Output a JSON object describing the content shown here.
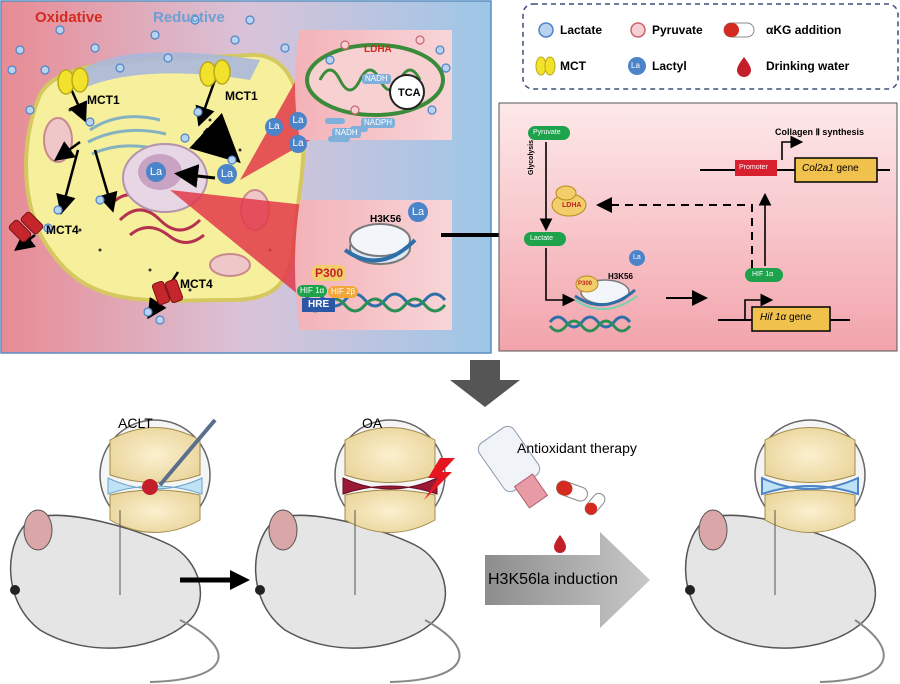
{
  "cell_panel": {
    "oxidative_label": "Oxidative",
    "reductive_label": "Reductive",
    "mct1_left": "MCT1",
    "mct1_right": "MCT1",
    "mct4_left": "MCT4",
    "mct4_bottom": "MCT4",
    "nucleus_la": "La",
    "membrane_la": "La",
    "ldha": "LDHA",
    "nadh_mito": "NADH",
    "tca": "TCA",
    "nadph": "NADPH",
    "nadh_lower": "NADH",
    "h3k56": "H3K56",
    "p300": "P300",
    "hif1a": "HIF 1α",
    "hif2b": "HIF 2β",
    "hre": "HRE",
    "la_chips": [
      "La",
      "La",
      "La",
      "La"
    ]
  },
  "legend": {
    "lactate": "Lactate",
    "pyruvate": "Pyruvate",
    "akg": "αKG addition",
    "mct": "MCT",
    "lactyl": "Lactyl",
    "lactyl_icon": "La",
    "water": "Drinking water"
  },
  "pathway": {
    "pyruvate": "Pyruvate",
    "glycolysis": "Glycolysis",
    "ldha": "LDHA",
    "lactate": "Lactate",
    "la": "La",
    "h3k56": "H3K56",
    "p300": "P300",
    "hif_tf": "HIF 1α",
    "hif_gene_italic": "Hif 1α",
    "gene_suffix": " gene",
    "promoter": "Promoter",
    "col2a1_italic": "Col2a1",
    "collagen": "Collagen Ⅱ synthesis"
  },
  "bottom": {
    "aclt": "ACLT",
    "oa": "OA",
    "antioxidant": "Antioxidant therapy",
    "induction": "H3K56la induction"
  },
  "colors": {
    "oxidative_red": "#d42a1f",
    "reductive_blue": "#6fa0d4",
    "cell_yellow": "#f6ef9c",
    "green_label": "#1ea34c",
    "la_blue": "#4b84c8"
  }
}
